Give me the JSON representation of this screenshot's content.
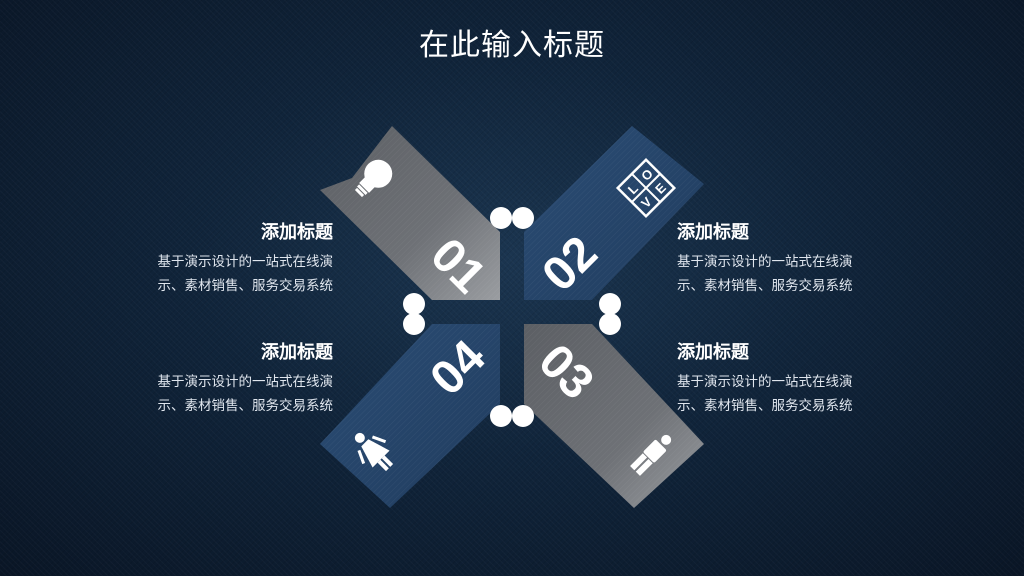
{
  "title": "在此输入标题",
  "items": [
    {
      "number": "01",
      "icon": "lightbulb-icon",
      "heading": "添加标题",
      "body": [
        "基于演示设计的一站式在线演",
        "示、素材销售、服务交易系统"
      ]
    },
    {
      "number": "02",
      "icon": "love-icon",
      "icon_letters": [
        "L",
        "O",
        "V",
        "E"
      ],
      "heading": "添加标题",
      "body": [
        "基于演示设计的一站式在线演",
        "示、素材销售、服务交易系统"
      ]
    },
    {
      "number": "03",
      "icon": "man-icon",
      "heading": "添加标题",
      "body": [
        "基于演示设计的一站式在线演",
        "示、素材销售、服务交易系统"
      ]
    },
    {
      "number": "04",
      "icon": "woman-icon",
      "heading": "添加标题",
      "body": [
        "基于演示设计的一站式在线演",
        "示、素材销售、服务交易系统"
      ]
    }
  ],
  "colors": {
    "gray_arrow": "#6b6e73",
    "blue_arrow": "#2a4b72",
    "text": "#ffffff"
  }
}
